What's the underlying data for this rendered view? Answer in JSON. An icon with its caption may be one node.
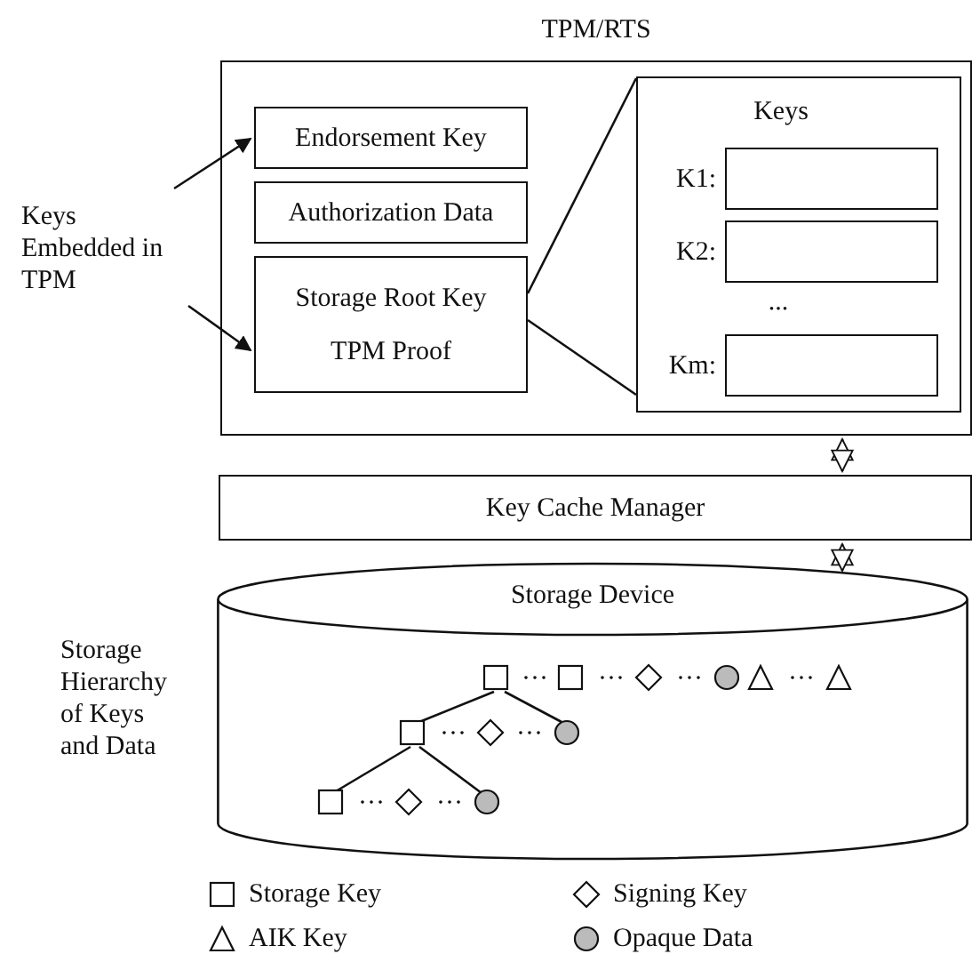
{
  "diagram": {
    "nodes": [
      {
        "text": [
          "TPM/RTS"
        ]
      },
      {
        "text": [
          "Endorsement Key"
        ],
        "in": 0
      },
      {
        "text": [
          "Authorization Data"
        ],
        "in": 0
      },
      {
        "text": [
          "Storage Root Key",
          "TPM Proof"
        ],
        "in": 0
      },
      {
        "text": [
          "Keys"
        ],
        "in": 0
      },
      {
        "text": [],
        "shape": "box",
        "beside": [
          "K1:"
        ],
        "in": 4
      },
      {
        "text": [],
        "shape": "box",
        "beside": [
          "K2:"
        ],
        "in": 4
      },
      {
        "text": [],
        "shape": "box",
        "beside": [
          "Km:"
        ],
        "in": 4
      },
      {
        "text": [
          "Keys Embedded in TPM"
        ]
      },
      {
        "text": [
          "Key Cache Manager"
        ]
      },
      {
        "text": [
          "Storage Device"
        ]
      },
      {
        "text": [],
        "shape": "box",
        "in": 10
      },
      {
        "text": [],
        "shape": "box",
        "in": 10
      },
      {
        "text": [],
        "shape": "diamond",
        "in": 10
      },
      {
        "text": [],
        "shape": "circle",
        "in": 10
      },
      {
        "text": [],
        "shape": "triangle",
        "in": 10
      },
      {
        "text": [],
        "shape": "triangle",
        "in": 10
      },
      {
        "text": [],
        "shape": "box",
        "in": 10
      },
      {
        "text": [],
        "shape": "diamond",
        "in": 10
      },
      {
        "text": [],
        "shape": "circle",
        "in": 10
      },
      {
        "text": [],
        "shape": "box",
        "in": 10
      },
      {
        "text": [],
        "shape": "diamond",
        "in": 10
      },
      {
        "text": [],
        "shape": "circle",
        "in": 10
      }
    ],
    "edges": [
      {
        "from": 8,
        "to": 1,
        "arrow": "to"
      },
      {
        "from": 8,
        "to": 3,
        "arrow": "to"
      },
      {
        "from": 3,
        "to": 4,
        "arrow": "none"
      },
      {
        "from": 3,
        "to": 4,
        "arrow": "none"
      },
      {
        "from": 0,
        "to": 9,
        "arrow": "both"
      },
      {
        "from": 9,
        "to": 10,
        "arrow": "both"
      },
      {
        "from": 11,
        "to": 17,
        "arrow": "none"
      },
      {
        "from": 11,
        "to": 19,
        "arrow": "none"
      },
      {
        "from": 17,
        "to": 20,
        "arrow": "none"
      },
      {
        "from": 17,
        "to": 22,
        "arrow": "none"
      }
    ],
    "labels": [
      "...",
      "Storage Hierarchy of Keys and Data",
      "···",
      "···",
      "···",
      "···",
      "···",
      "···",
      "···",
      "···"
    ],
    "legend": [
      {
        "text": "Storage Key"
      },
      {
        "text": "Signing Key"
      },
      {
        "text": "AIK Key"
      },
      {
        "text": "Opaque Data"
      }
    ]
  }
}
